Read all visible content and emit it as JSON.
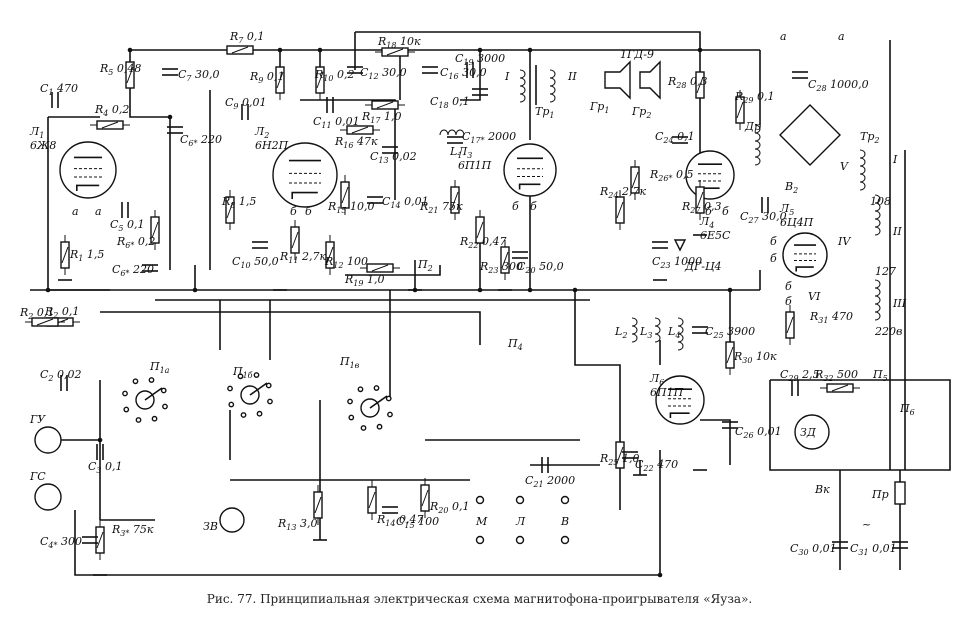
{
  "caption": "Рис. 77. Принципиальная электрическая схема магнитофона-проигрывателя «Яуза».",
  "tubes": [
    {
      "ref": "Л1",
      "type": "6Ж8"
    },
    {
      "ref": "Л2",
      "type": "6Н2П"
    },
    {
      "ref": "Л3",
      "type": "6П1П"
    },
    {
      "ref": "Л4",
      "type": "6Е5С"
    },
    {
      "ref": "Л5",
      "type": "6Ц4П"
    },
    {
      "ref": "Л6",
      "type": "6П1П"
    }
  ],
  "components": [
    {
      "ref": "C1",
      "value": "470"
    },
    {
      "ref": "R1",
      "value": "1,5"
    },
    {
      "ref": "R2",
      "value": "0,1"
    },
    {
      "ref": "C2",
      "value": "0,02"
    },
    {
      "ref": "C3",
      "value": "0,1"
    },
    {
      "ref": "C4*",
      "value": "300"
    },
    {
      "ref": "R3*",
      "value": "75к"
    },
    {
      "ref": "R4",
      "value": "0,2"
    },
    {
      "ref": "R5",
      "value": "0,48"
    },
    {
      "ref": "C5",
      "value": "0,1"
    },
    {
      "ref": "R6*",
      "value": "0,2"
    },
    {
      "ref": "C6*",
      "value": "220"
    },
    {
      "ref": "C6*",
      "value": "220"
    },
    {
      "ref": "C7",
      "value": "30,0"
    },
    {
      "ref": "R7",
      "value": "0,1"
    },
    {
      "ref": "R8",
      "value": "1,5"
    },
    {
      "ref": "C9",
      "value": "0,01"
    },
    {
      "ref": "R9",
      "value": "0,1"
    },
    {
      "ref": "R10",
      "value": "0,2"
    },
    {
      "ref": "C10",
      "value": "50,0"
    },
    {
      "ref": "R11",
      "value": "2,7к"
    },
    {
      "ref": "C11",
      "value": "0,01"
    },
    {
      "ref": "R12",
      "value": "100"
    },
    {
      "ref": "C12",
      "value": "30,0"
    },
    {
      "ref": "C13",
      "value": "0,02"
    },
    {
      "ref": "R13",
      "value": "3,0"
    },
    {
      "ref": "C14",
      "value": "0,01"
    },
    {
      "ref": "R14",
      "value": "0,47"
    },
    {
      "ref": "R15",
      "value": "10,0"
    },
    {
      "ref": "C15",
      "value": "100"
    },
    {
      "ref": "R16",
      "value": "47к"
    },
    {
      "ref": "C16",
      "value": "30,0"
    },
    {
      "ref": "R17",
      "value": "1,0"
    },
    {
      "ref": "R18",
      "value": "10к"
    },
    {
      "ref": "C18",
      "value": "0,1"
    },
    {
      "ref": "R19",
      "value": "1,0"
    },
    {
      "ref": "C19",
      "value": "3000"
    },
    {
      "ref": "R20",
      "value": "0,1"
    },
    {
      "ref": "R21",
      "value": "75к"
    },
    {
      "ref": "C17*",
      "value": "2000"
    },
    {
      "ref": "R22",
      "value": "0,47"
    },
    {
      "ref": "R23",
      "value": "300"
    },
    {
      "ref": "C20",
      "value": "50,0"
    },
    {
      "ref": "R24",
      "value": "2,7к"
    },
    {
      "ref": "C21",
      "value": "2000"
    },
    {
      "ref": "R25",
      "value": "1,0"
    },
    {
      "ref": "C22",
      "value": "470"
    },
    {
      "ref": "C23",
      "value": "1000"
    },
    {
      "ref": "C24",
      "value": "0,1"
    },
    {
      "ref": "R26*",
      "value": "0,5"
    },
    {
      "ref": "C25",
      "value": "3900"
    },
    {
      "ref": "C26",
      "value": "0,01"
    },
    {
      "ref": "R27",
      "value": "0,3"
    },
    {
      "ref": "C27",
      "value": "30,0"
    },
    {
      "ref": "R28",
      "value": "0,3"
    },
    {
      "ref": "C28",
      "value": "1000,0"
    },
    {
      "ref": "R29",
      "value": "0,1"
    },
    {
      "ref": "C29",
      "value": "2,5"
    },
    {
      "ref": "R30",
      "value": "10к"
    },
    {
      "ref": "C30",
      "value": "0,01"
    },
    {
      "ref": "R31",
      "value": "470"
    },
    {
      "ref": "C31",
      "value": "0,01"
    },
    {
      "ref": "R32",
      "value": "500"
    },
    {
      "ref": "Д1",
      "value": "ДГ-Ц4"
    },
    {
      "ref": "Гр",
      "value": "1ГД-9"
    }
  ],
  "labels": {
    "tr1": "Тр1",
    "tr2": "Тр2",
    "dr": "Др",
    "zd": "ЗД",
    "pr": "Пр",
    "vk": "Вк",
    "gu": "ГУ",
    "gs": "ГС",
    "zv": "ЗВ",
    "b2": "В2",
    "p2": "П2",
    "p4": "П4",
    "p5": "П5",
    "p6": "П6",
    "p1a": "П1а",
    "p1b": "П1б",
    "p1v": "П1в",
    "l1": "L1",
    "l2": "L2",
    "l3": "L3",
    "l4": "L4",
    "gr1": "Гр1",
    "gr2": "Гр2",
    "v127": "127",
    "v220": "220в",
    "v108": "108",
    "wI": "I",
    "wII": "II",
    "wIII": "III",
    "wIV": "IV",
    "wV": "V",
    "wVI": "VI",
    "jack_m": "М",
    "jack_l": "Л",
    "jack_v": "В",
    "a": "а",
    "b": "б"
  }
}
